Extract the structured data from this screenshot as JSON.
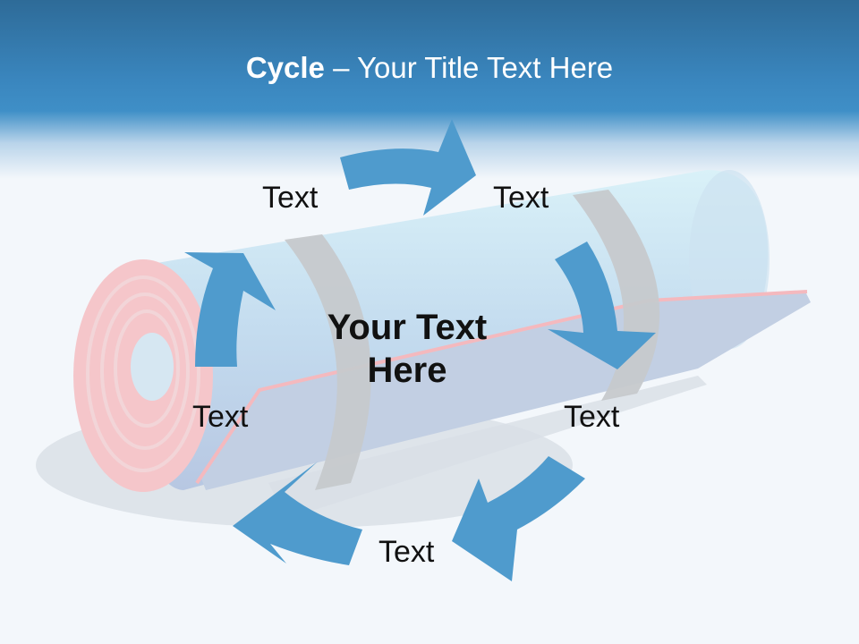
{
  "title": {
    "bold": "Cycle",
    "rest": " – Your Title Text Here"
  },
  "center": {
    "line1": "Your Text",
    "line2": "Here"
  },
  "labels": {
    "top_left": "Text",
    "top_right": "Text",
    "mid_right": "Text",
    "bottom": "Text",
    "mid_left": "Text"
  },
  "colors": {
    "header": "#3a86be",
    "arrow": "#4f9bcd",
    "roll": "#c8e2f0",
    "spiral": "#f4b9be"
  }
}
